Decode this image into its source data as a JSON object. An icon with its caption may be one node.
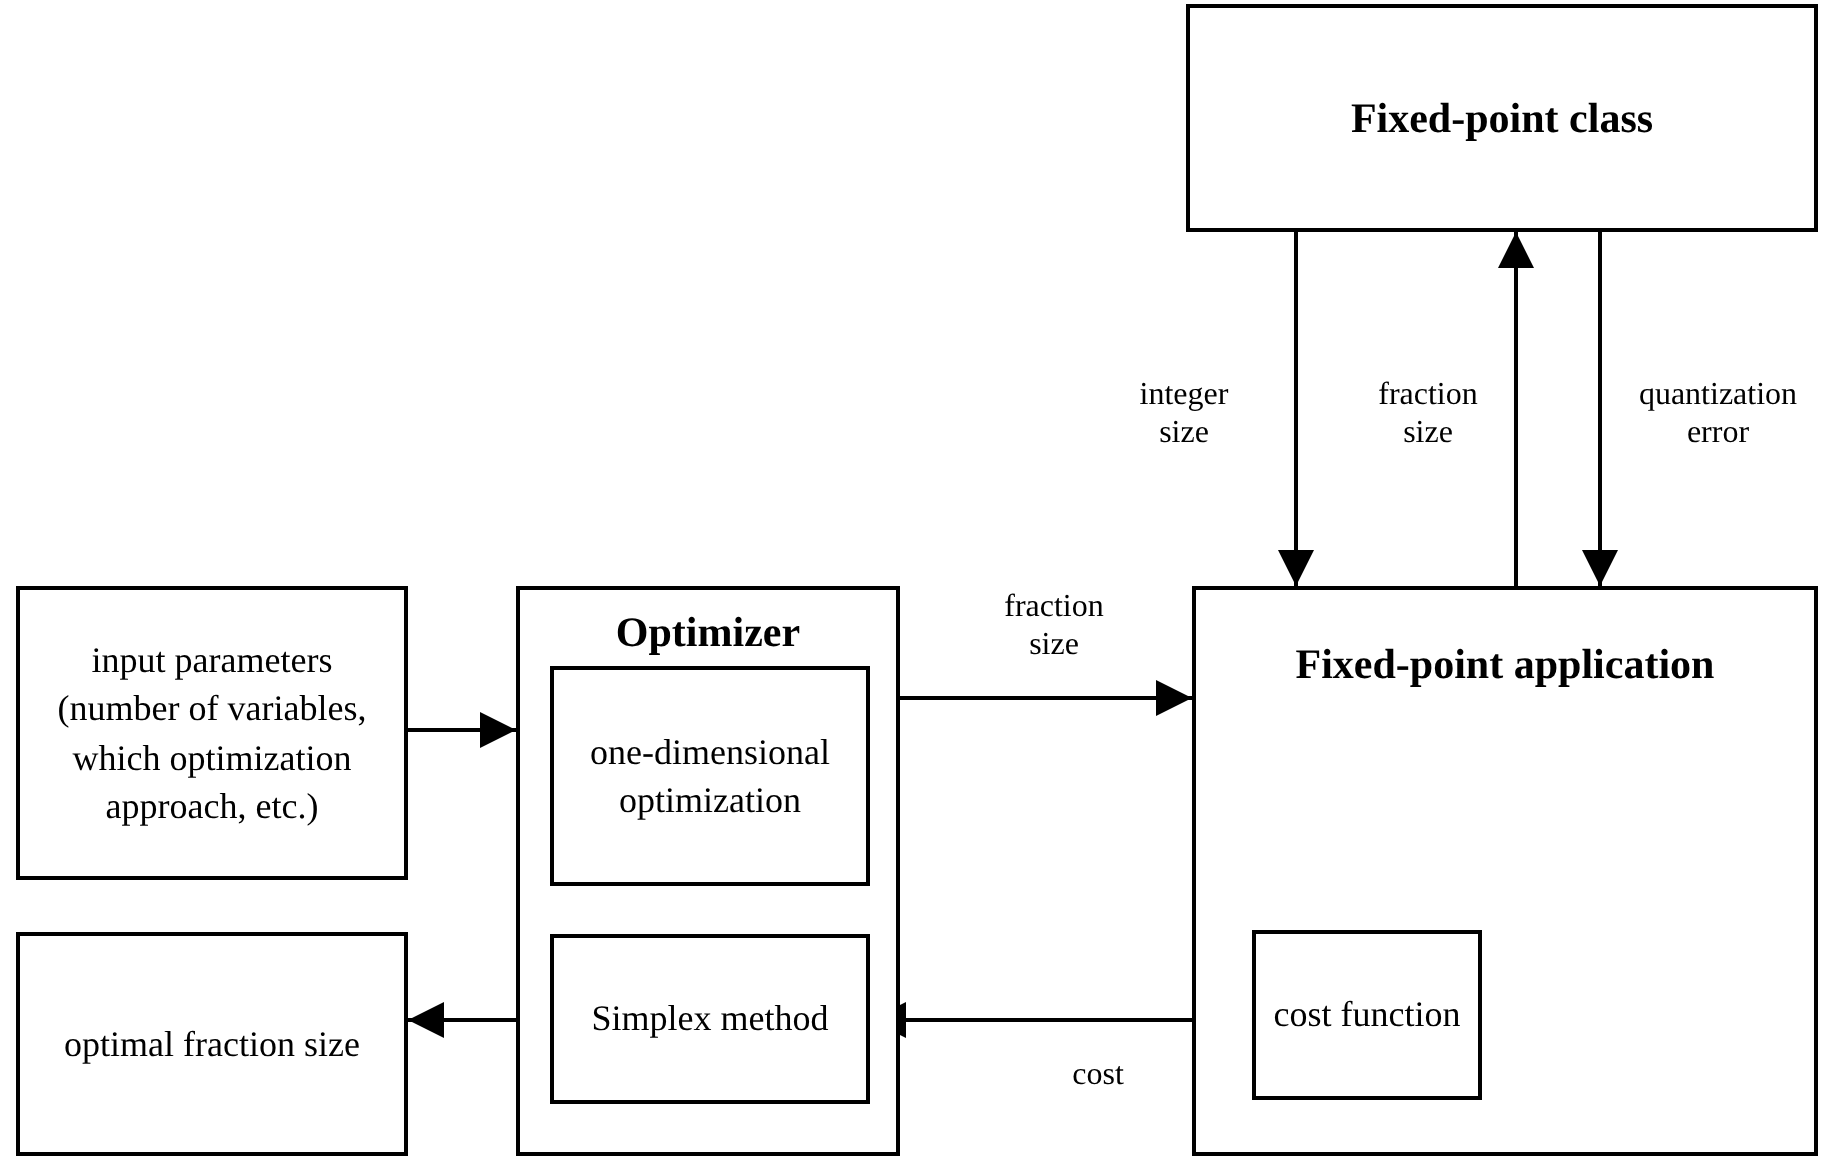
{
  "diagram": {
    "nodes": [
      {
        "text": [
          "Fixed-point class"
        ]
      },
      {
        "text": [
          "input parameters (number of variables, which optimization approach, etc.)"
        ]
      },
      {
        "text": [
          "Optimizer"
        ]
      },
      {
        "text": [
          "one-dimensional optimization"
        ],
        "in": 2
      },
      {
        "text": [
          "Simplex method"
        ],
        "in": 2
      },
      {
        "text": [
          "Fixed-point application"
        ]
      },
      {
        "text": [
          "cost function"
        ],
        "in": 5
      },
      {
        "text": [
          "optimal fraction size"
        ]
      }
    ],
    "edges": [
      {
        "from": 0,
        "to": 5,
        "arrow": "to",
        "label": "integer size"
      },
      {
        "from": 5,
        "to": 0,
        "arrow": "to",
        "label": "fraction size"
      },
      {
        "from": 0,
        "to": 5,
        "arrow": "to",
        "label": "quantization error"
      },
      {
        "from": 1,
        "to": 2,
        "arrow": "to"
      },
      {
        "from": 2,
        "to": 5,
        "arrow": "to",
        "label": "fraction size"
      },
      {
        "from": 6,
        "to": 4,
        "arrow": "to",
        "label": "cost"
      },
      {
        "from": 2,
        "to": 7,
        "arrow": "to"
      }
    ]
  }
}
